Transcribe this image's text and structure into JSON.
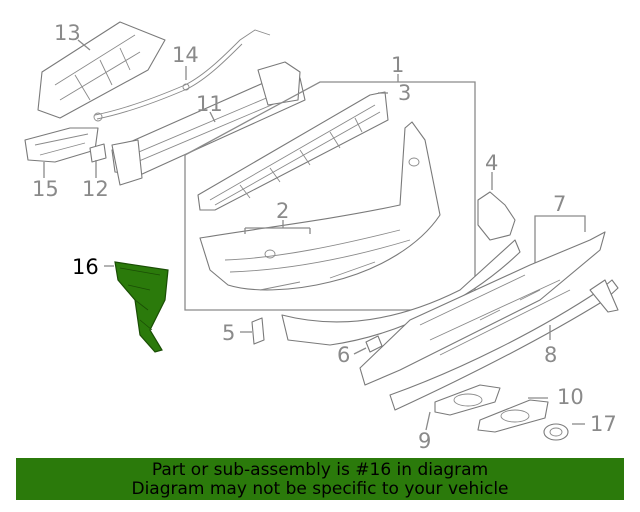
{
  "callouts": {
    "c1": "1",
    "c2": "2",
    "c3": "3",
    "c4": "4",
    "c5": "5",
    "c6": "6",
    "c7": "7",
    "c8": "8",
    "c9": "9",
    "c10": "10",
    "c11": "11",
    "c12": "12",
    "c13": "13",
    "c14": "14",
    "c15": "15",
    "c16": "16",
    "c17": "17"
  },
  "highlight": {
    "part_number": "16",
    "color": "#2b7a0b"
  },
  "colors": {
    "line": "#8a8a8a",
    "highlight_fill": "#2b7a0b",
    "banner_bg": "#2b7a0b"
  },
  "banner": {
    "line1": "Part or sub-assembly is #16 in diagram",
    "line2": "Diagram may not be specific to your vehicle"
  }
}
